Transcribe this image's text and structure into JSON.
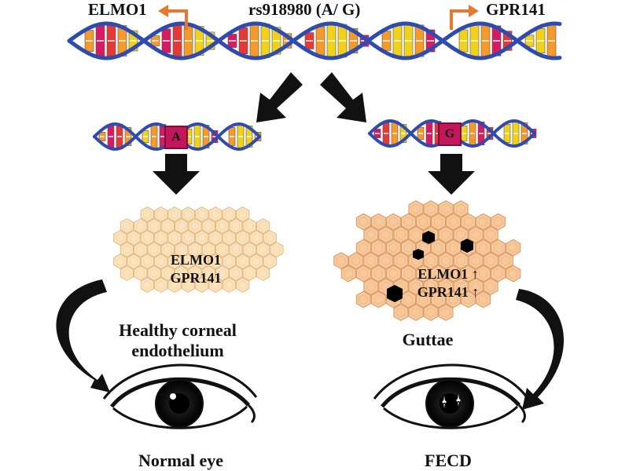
{
  "top": {
    "left_gene": "ELMO1",
    "snp": "rs918980 (A/ G)",
    "right_gene": "GPR141"
  },
  "left_branch": {
    "allele": "A",
    "genes": [
      "ELMO1",
      "GPR141"
    ],
    "tissue": [
      "Healthy corneal",
      "endothelium"
    ],
    "outcome": "Normal eye"
  },
  "right_branch": {
    "allele": "G",
    "genes": [
      "ELMO1 ↑",
      "GPR141 ↑"
    ],
    "tissue": [
      "Guttae"
    ],
    "outcome": "FECD"
  },
  "colors": {
    "dna_backbone": "#2f4bb0",
    "rung_yellow": "#f2d11a",
    "rung_orange": "#f39a2b",
    "rung_magenta": "#d81b60",
    "rung_red": "#e53935",
    "promoter_arrow": "#e9772e",
    "healthy_cell_fill": "#fbe3bd",
    "guttae_cell_fill": "#f6c89a",
    "guttae_dots": "#000000"
  }
}
